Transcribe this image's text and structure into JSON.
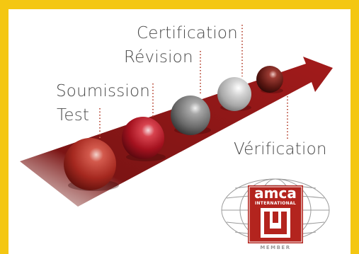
{
  "steps": {
    "test": "Test",
    "submission": "Soumission",
    "revision": "Révision",
    "certification": "Certification",
    "verification": "Vérification"
  },
  "logo": {
    "brand": "amca",
    "sub": "INTERNATIONAL",
    "member": "MEMBER"
  },
  "colors": {
    "frame": "#f4c712",
    "arrow": "#9e1b1b",
    "label": "#4a4a4a",
    "logo_red": "#b3241e"
  }
}
